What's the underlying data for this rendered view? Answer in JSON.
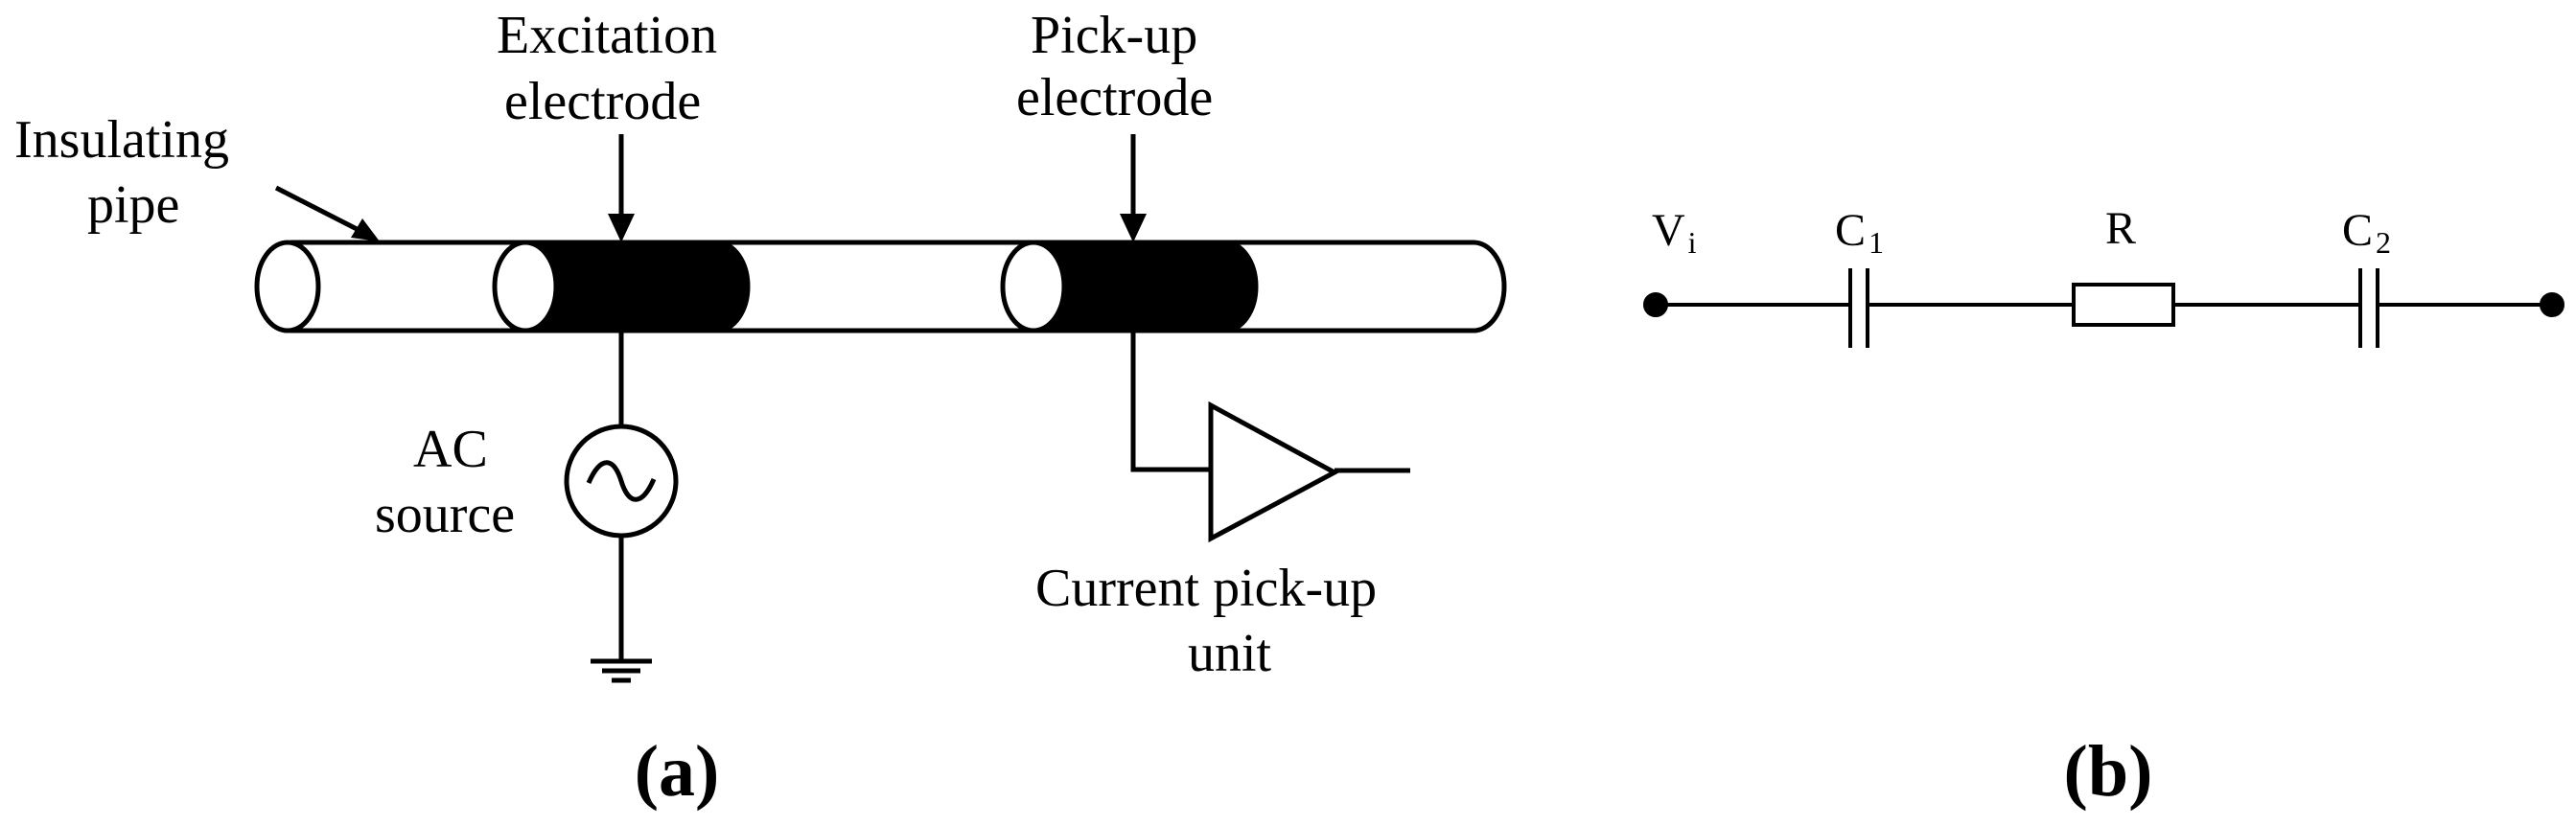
{
  "panel_a": {
    "caption": {
      "open": "(",
      "letter": "a",
      "close": ")"
    },
    "labels": {
      "insulating_pipe": [
        "Insulating",
        "pipe"
      ],
      "excitation_electrode": [
        "Excitation",
        "electrode"
      ],
      "pickup_electrode": [
        "Pick-up",
        "electrode"
      ],
      "ac_source": [
        "AC",
        "source"
      ],
      "current_pickup_unit": [
        "Current pick-up",
        "unit"
      ]
    }
  },
  "panel_b": {
    "caption": {
      "open": "(",
      "letter": "b",
      "close": ")"
    },
    "labels": {
      "vi": {
        "main": "V",
        "sub": "i"
      },
      "c1": {
        "main": "C",
        "sub": "1"
      },
      "r": "R",
      "c2": {
        "main": "C",
        "sub": "2"
      }
    }
  }
}
